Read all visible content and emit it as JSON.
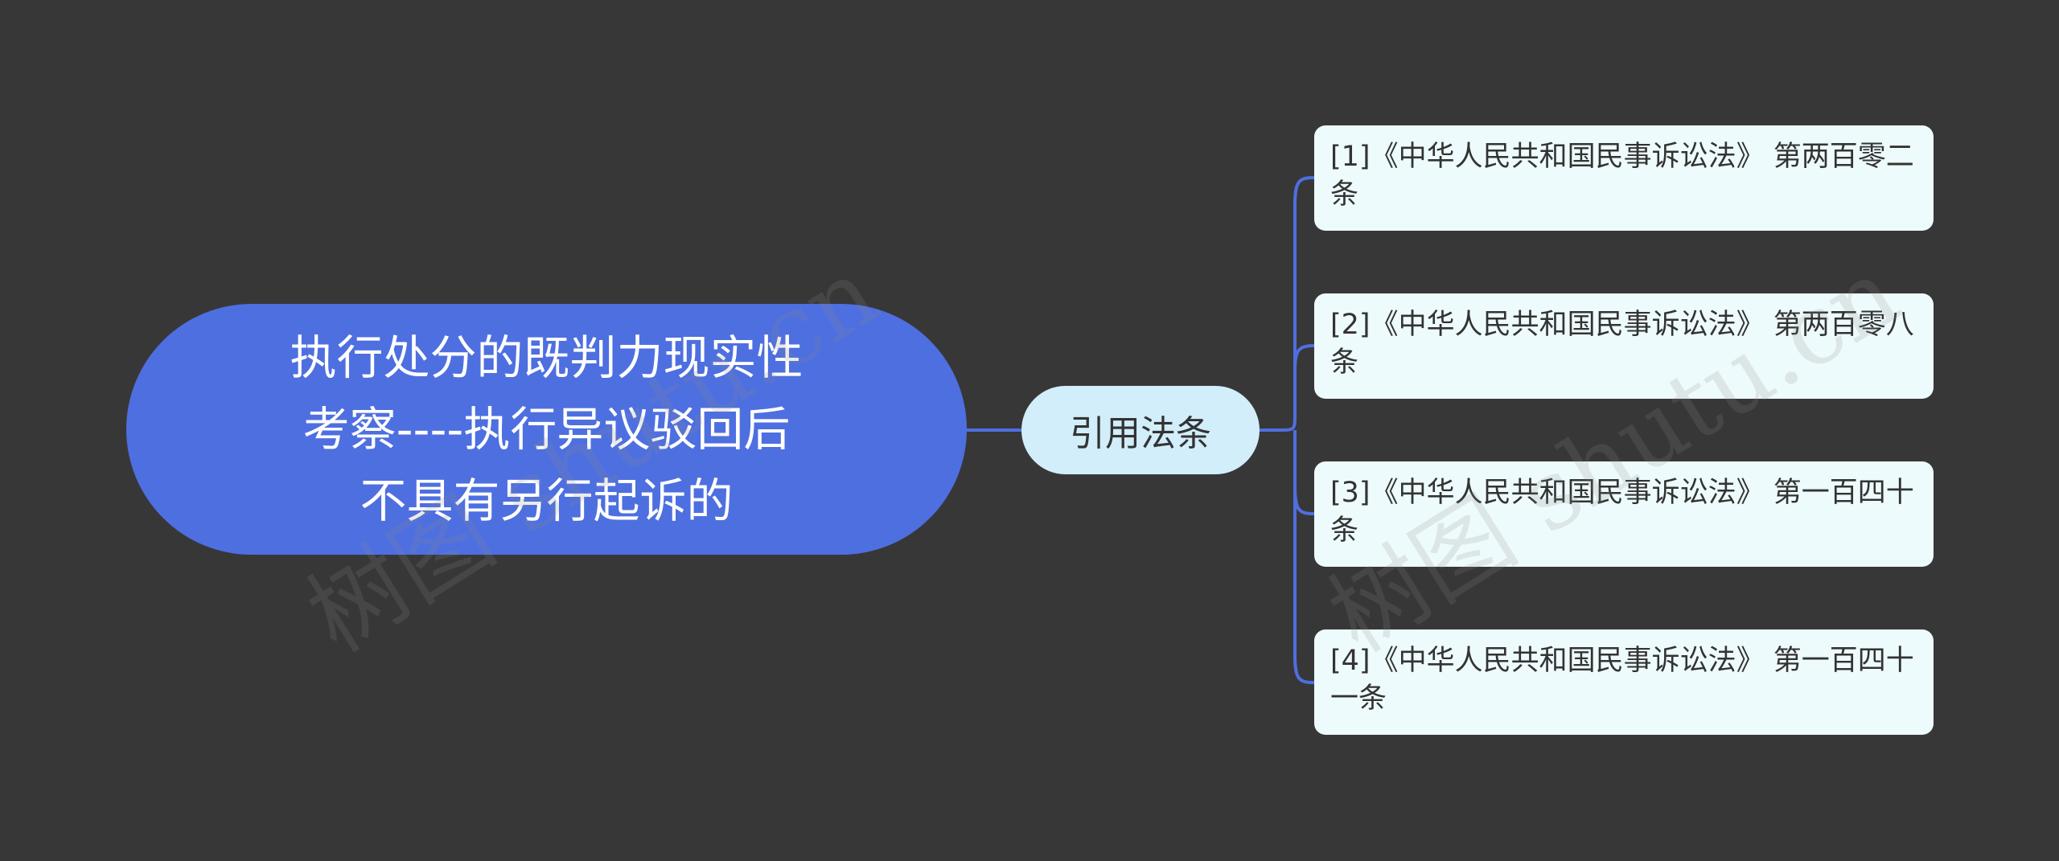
{
  "root": {
    "label": "执行处分的既判力现实性\n考察----执行异议驳回后\n不具有另行起诉的"
  },
  "branch": {
    "label": "引用法条"
  },
  "leaves": [
    {
      "label": "[1]《中华人民共和国民事诉讼法》 第两百零二条"
    },
    {
      "label": "[2]《中华人民共和国民事诉讼法》 第两百零八条"
    },
    {
      "label": "[3]《中华人民共和国民事诉讼法》 第一百四十条"
    },
    {
      "label": "[4]《中华人民共和国民事诉讼法》 第一百四十一条"
    }
  ],
  "watermark": "树图 shutu.cn",
  "colors": {
    "background": "#383738",
    "root_fill": "#4e6fe0",
    "branch_fill": "#d2eefb",
    "leaf_fill": "#eefbfc",
    "connector": "#4e6fe0"
  }
}
